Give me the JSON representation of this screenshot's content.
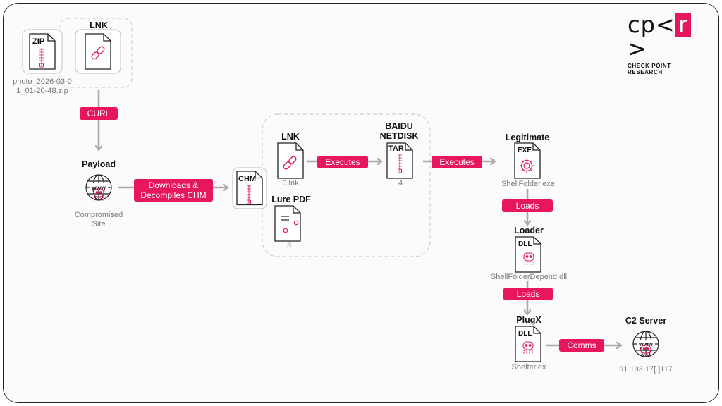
{
  "logo": {
    "prefix": "cp<",
    "accent": "r",
    "suffix": ">",
    "tagline": "CHECK POINT RESEARCH"
  },
  "nodes": {
    "zip": {
      "badge": "ZIP",
      "caption": "photo_2026-03-01_01-20-48.zip"
    },
    "lnk1": {
      "title": "LNK"
    },
    "payload": {
      "title": "Payload",
      "caption": "Compromised Site",
      "badge": "www"
    },
    "chm": {
      "badge": "CHM"
    },
    "lnk2": {
      "title": "LNK",
      "caption": "0.lnk"
    },
    "lure": {
      "title": "Lure PDF",
      "caption": "3"
    },
    "baidu": {
      "title": "BAIDU NETDISK",
      "badge": "TAR",
      "caption": "4"
    },
    "legit": {
      "title": "Legitimate",
      "badge": "EXE",
      "caption": "ShellFolder.exe"
    },
    "loader": {
      "title": "Loader",
      "badge": "DLL",
      "caption": "ShellFolderDepend.dll"
    },
    "plugx": {
      "title": "PlugX",
      "badge": "DLL",
      "caption": "Shelter.ex"
    },
    "c2": {
      "title": "C2 Server",
      "badge": "www",
      "caption": "91.193.17[.]117"
    }
  },
  "edges": {
    "curl": "CURL",
    "downloads": "Downloads & Decompiles CHM",
    "executes1": "Executes",
    "executes2": "Executes",
    "loads1": "Loads",
    "loads2": "Loads",
    "comms": "Comms"
  },
  "colors": {
    "accent": "#e8175d",
    "arrow": "#a9a9a9",
    "stroke": "#222222"
  }
}
